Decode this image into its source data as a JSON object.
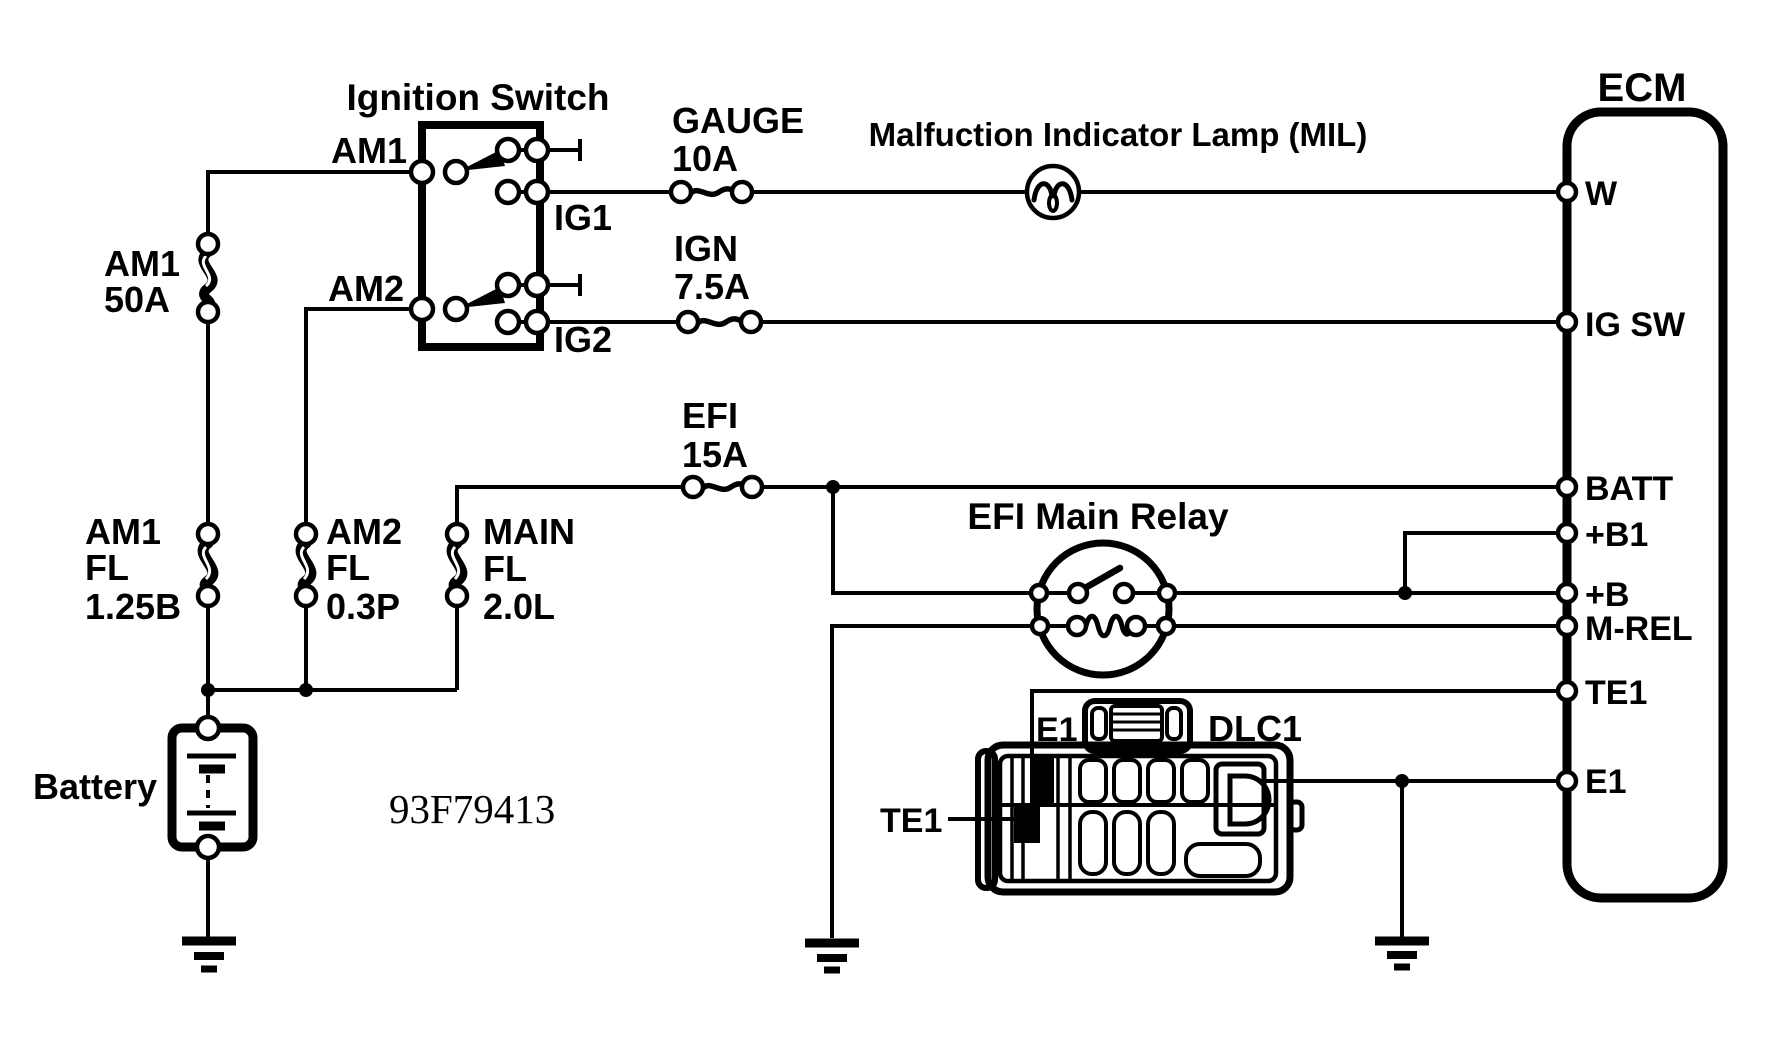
{
  "diagram": {
    "code": "93F79413",
    "ignition_switch": {
      "label": "Ignition Switch",
      "am1": "AM1",
      "ig1": "IG1",
      "am2": "AM2",
      "ig2": "IG2"
    },
    "fuses": {
      "gauge": {
        "name": "GAUGE",
        "rating": "10A"
      },
      "ign": {
        "name": "IGN",
        "rating": "7.5A"
      },
      "efi": {
        "name": "EFI",
        "rating": "15A"
      },
      "am1": {
        "name": "AM1",
        "rating": "50A"
      }
    },
    "fusible_links": [
      {
        "name": "AM1",
        "type": "FL",
        "rating": "1.25B"
      },
      {
        "name": "AM2",
        "type": "FL",
        "rating": "0.3P"
      },
      {
        "name": "MAIN",
        "type": "FL",
        "rating": "2.0L"
      }
    ],
    "mil_label": "Malfuction Indicator Lamp (MIL)",
    "relay_label": "EFI Main Relay",
    "battery_label": "Battery",
    "dlc1": {
      "label": "DLC1",
      "e1": "E1",
      "te1": "TE1"
    },
    "ecm": {
      "label": "ECM",
      "pins": [
        "W",
        "IG SW",
        "BATT",
        "+B1",
        "+B",
        "M-REL",
        "TE1",
        "E1"
      ]
    }
  }
}
